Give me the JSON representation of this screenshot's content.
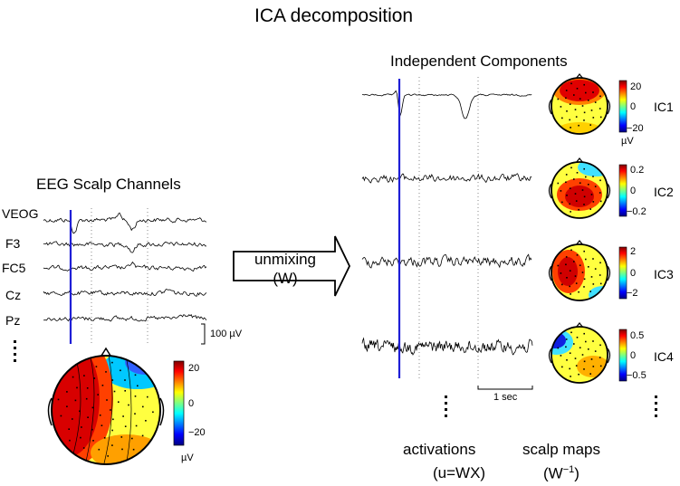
{
  "title": "ICA decomposition",
  "left": {
    "heading": "EEG Scalp Channels",
    "channels": [
      "VEOG",
      "F3",
      "FC5",
      "Cz",
      "Pz"
    ],
    "scale_bar_label": "100 µV",
    "map_colorbar": {
      "ticks": [
        "20",
        "0",
        "−20"
      ],
      "unit": "µV"
    }
  },
  "arrow": {
    "line1": "unmixing",
    "line2": "(W)"
  },
  "right": {
    "heading": "Independent Components",
    "components": [
      {
        "label": "IC1",
        "ticks": [
          "20",
          "0",
          "−20"
        ],
        "unit": "µV"
      },
      {
        "label": "IC2",
        "ticks": [
          "0.2",
          "0",
          "−0.2"
        ]
      },
      {
        "label": "IC3",
        "ticks": [
          "2",
          "0",
          "−2"
        ]
      },
      {
        "label": "IC4",
        "ticks": [
          "0.5",
          "0",
          "−0.5"
        ]
      }
    ],
    "time_bar_label": "1 sec",
    "activations_label": "activations",
    "activations_formula": "(u=WX)",
    "scalp_maps_label": "scalp maps",
    "scalp_maps_formula": "(W",
    "scalp_maps_superscript": "−1",
    "scalp_maps_close": ")"
  },
  "colors": {
    "marker": "#1f1fd6",
    "trace": "#000000",
    "dotted": "#888888"
  }
}
